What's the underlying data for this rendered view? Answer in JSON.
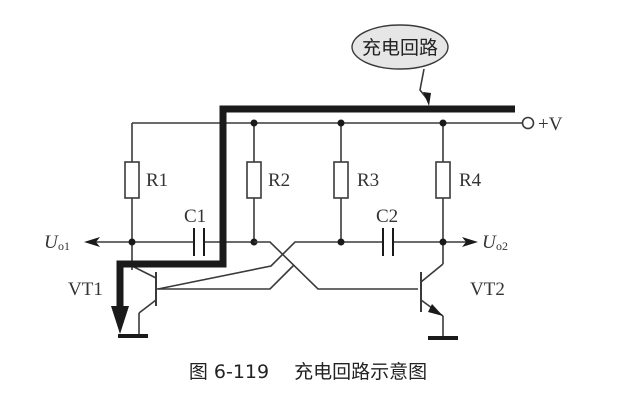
{
  "diagram": {
    "callout": "充电回路",
    "supply": "+V",
    "resistors": [
      "R1",
      "R2",
      "R3",
      "R4"
    ],
    "capacitors": [
      "C1",
      "C2"
    ],
    "transistors": [
      "VT1",
      "VT2"
    ],
    "outputs": [
      {
        "main": "U",
        "sub": "o1"
      },
      {
        "main": "U",
        "sub": "o2"
      }
    ],
    "caption": "图 6-119　 充电回路示意图"
  },
  "colors": {
    "wire": "#3a3a3a",
    "charging_path": "#1a1a1a",
    "callout_fill": "#e6e6e6"
  }
}
